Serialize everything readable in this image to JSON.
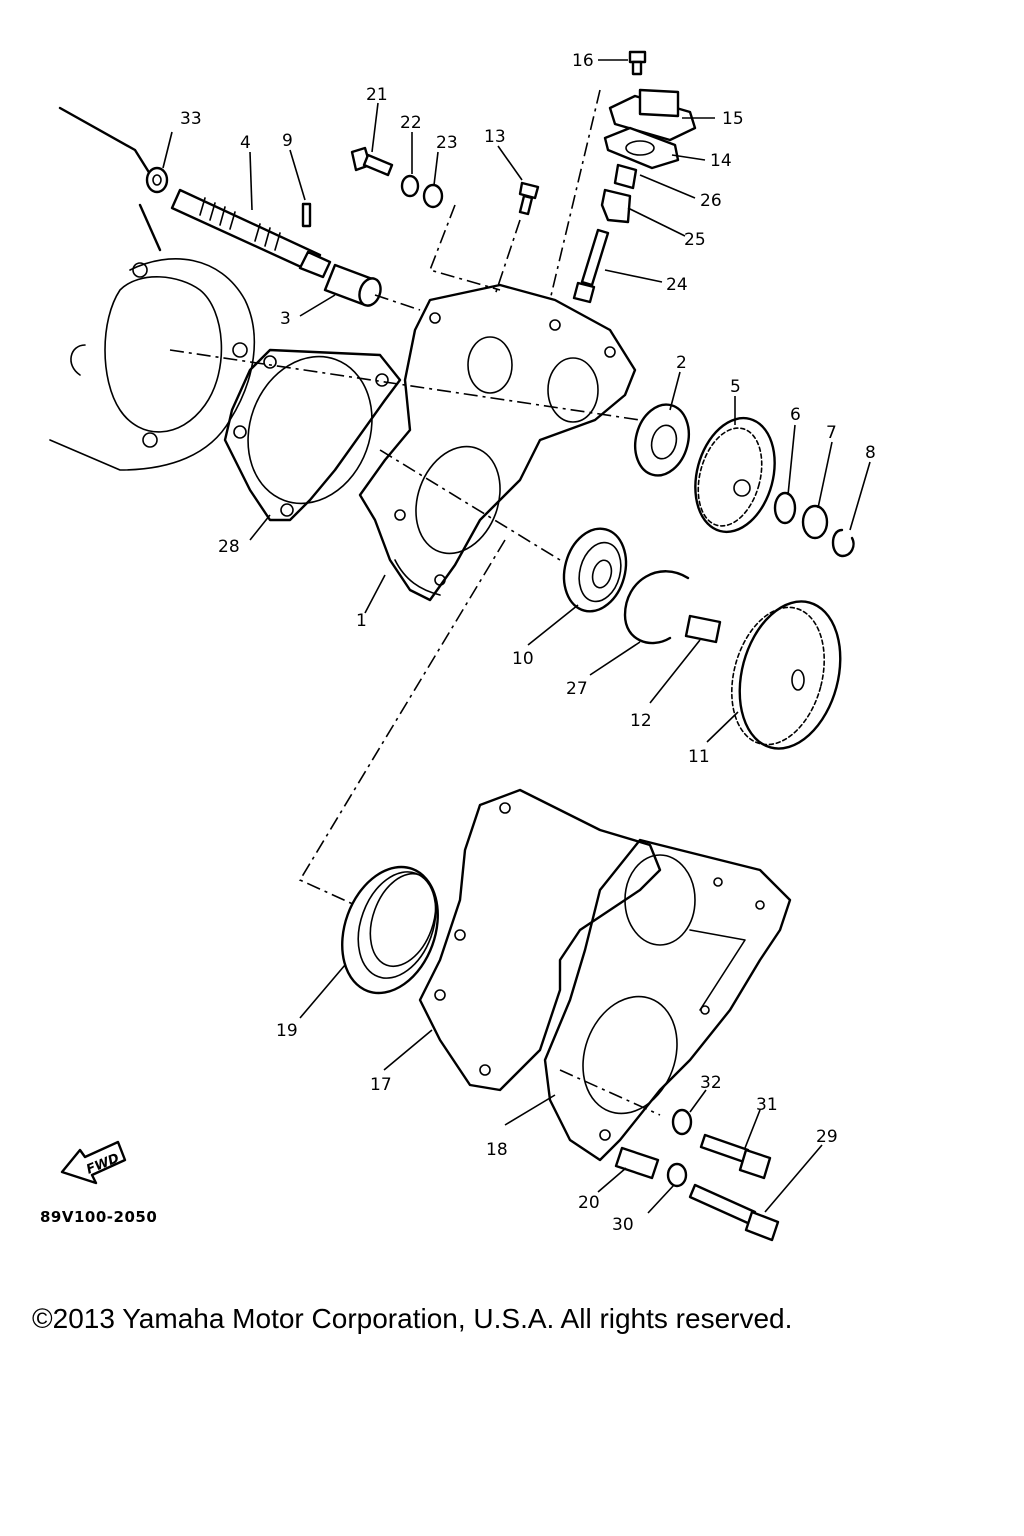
{
  "callouts": [
    "33",
    "4",
    "9",
    "21",
    "22",
    "23",
    "13",
    "16",
    "15",
    "14",
    "26",
    "25",
    "24",
    "3",
    "2",
    "5",
    "6",
    "7",
    "8",
    "28",
    "1",
    "10",
    "27",
    "12",
    "11",
    "19",
    "17",
    "18",
    "32",
    "31",
    "29",
    "20",
    "30"
  ],
  "fwd_label": "FWD",
  "diagram_code": "89V100-2050",
  "copyright": "©2013 Yamaha Motor Corporation, U.S.A. All rights reserved."
}
